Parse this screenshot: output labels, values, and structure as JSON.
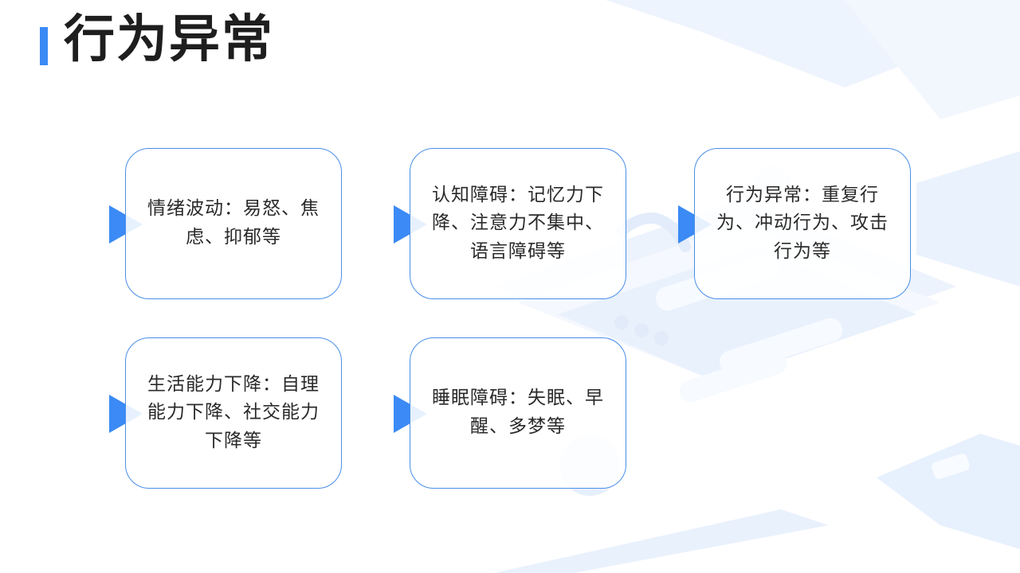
{
  "title": "行为异常",
  "accent_color": "#3b8af5",
  "cards": [
    {
      "text": "情绪波动：易怒、焦虑、抑郁等"
    },
    {
      "text": "认知障碍：记忆力下降、注意力不集中、语言障碍等"
    },
    {
      "text": "行为异常：重复行为、冲动行为、攻击行为等"
    },
    {
      "text": "生活能力下降：自理能力下降、社交能力下降等"
    },
    {
      "text": "睡眠障碍：失眠、早醒、多梦等"
    }
  ]
}
